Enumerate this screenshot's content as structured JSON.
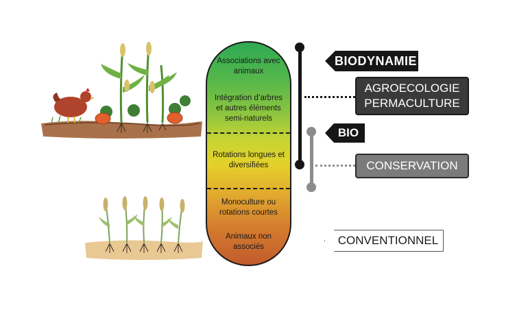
{
  "capsule": {
    "items": [
      "Associations avec animaux",
      "Intégration d’arbres et autres éléments semi-naturels",
      "Rotations longues et diversifiées",
      "Monoculture ou rotations courtes",
      "Animaux non associés"
    ],
    "gradient_colors": [
      "#2faa54",
      "#c7d432",
      "#e4d12a",
      "#d67f2f",
      "#c25a2c"
    ]
  },
  "labels": {
    "biodynamie": "BIODYNAMIE",
    "agro_line1": "AGROECOLOGIE",
    "agro_line2": "PERMACULTURE",
    "bio": "BIO",
    "conservation": "CONSERVATION",
    "conventionnel": "CONVENTIONNEL"
  },
  "colors": {
    "dark": "#161616",
    "agro_fill": "#3a3a3a",
    "conservation_fill": "#7b7b7b",
    "grey_bar": "#8c8c8c"
  },
  "illustrations": {
    "top": "chicken-maize-pumpkin-illustration",
    "bottom": "wheat-illustration"
  }
}
